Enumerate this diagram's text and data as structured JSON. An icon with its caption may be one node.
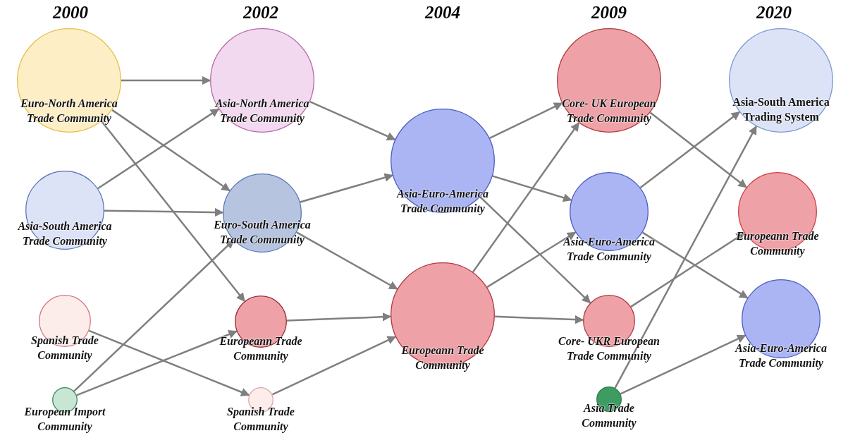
{
  "diagram": {
    "nodes": [
      {
        "text": [
          "Euro-North America Trade Community"
        ]
      },
      {
        "text": [
          "Asia-South America Trade Community"
        ]
      },
      {
        "text": [
          "Spanish Trade Community"
        ]
      },
      {
        "text": [
          "European Import Community"
        ]
      },
      {
        "text": [
          "Asia-North America Trade Community"
        ]
      },
      {
        "text": [
          "Euro-South America Trade Community"
        ]
      },
      {
        "text": [
          "Europeann Trade Community"
        ]
      },
      {
        "text": [
          "Spanish Trade Community"
        ]
      },
      {
        "text": [
          "Asia-Euro-America Trade Community"
        ]
      },
      {
        "text": [
          "Europeann Trade Community"
        ]
      },
      {
        "text": [
          "Core- UK European Trade Community"
        ]
      },
      {
        "text": [
          "Asia-Euro-America Trade Community"
        ]
      },
      {
        "text": [
          "Core- UKR European Trade Community"
        ]
      },
      {
        "text": [
          "Asia Trade Community"
        ]
      },
      {
        "text": [
          "Asia-South America Trading System"
        ]
      },
      {
        "text": [
          "Europeann Trade Community"
        ]
      },
      {
        "text": [
          "Asia-Euro-America Trade Community"
        ]
      }
    ],
    "edges": [
      {
        "from": 0,
        "to": 4,
        "arrow": "to"
      },
      {
        "from": 0,
        "to": 5,
        "arrow": "to"
      },
      {
        "from": 0,
        "to": 6,
        "arrow": "to"
      },
      {
        "from": 1,
        "to": 4,
        "arrow": "to"
      },
      {
        "from": 1,
        "to": 5,
        "arrow": "to"
      },
      {
        "from": 2,
        "to": 7,
        "arrow": "to"
      },
      {
        "from": 3,
        "to": 5,
        "arrow": "to"
      },
      {
        "from": 3,
        "to": 6,
        "arrow": "to"
      },
      {
        "from": 4,
        "to": 8,
        "arrow": "to"
      },
      {
        "from": 5,
        "to": 8,
        "arrow": "to"
      },
      {
        "from": 5,
        "to": 9,
        "arrow": "to"
      },
      {
        "from": 6,
        "to": 9,
        "arrow": "to"
      },
      {
        "from": 7,
        "to": 9,
        "arrow": "to"
      },
      {
        "from": 8,
        "to": 10,
        "arrow": "to"
      },
      {
        "from": 8,
        "to": 11,
        "arrow": "to"
      },
      {
        "from": 8,
        "to": 12,
        "arrow": "to"
      },
      {
        "from": 9,
        "to": 10,
        "arrow": "to"
      },
      {
        "from": 9,
        "to": 11,
        "arrow": "to"
      },
      {
        "from": 9,
        "to": 12,
        "arrow": "to"
      },
      {
        "from": 10,
        "to": 15,
        "arrow": "to"
      },
      {
        "from": 11,
        "to": 14,
        "arrow": "to"
      },
      {
        "from": 11,
        "to": 16,
        "arrow": "to"
      },
      {
        "from": 12,
        "to": 15,
        "arrow": "to"
      },
      {
        "from": 13,
        "to": 14,
        "arrow": "to"
      },
      {
        "from": 13,
        "to": 16,
        "arrow": "to"
      }
    ],
    "labels": [
      "2000",
      "2002",
      "2004",
      "2009",
      "2020"
    ]
  }
}
